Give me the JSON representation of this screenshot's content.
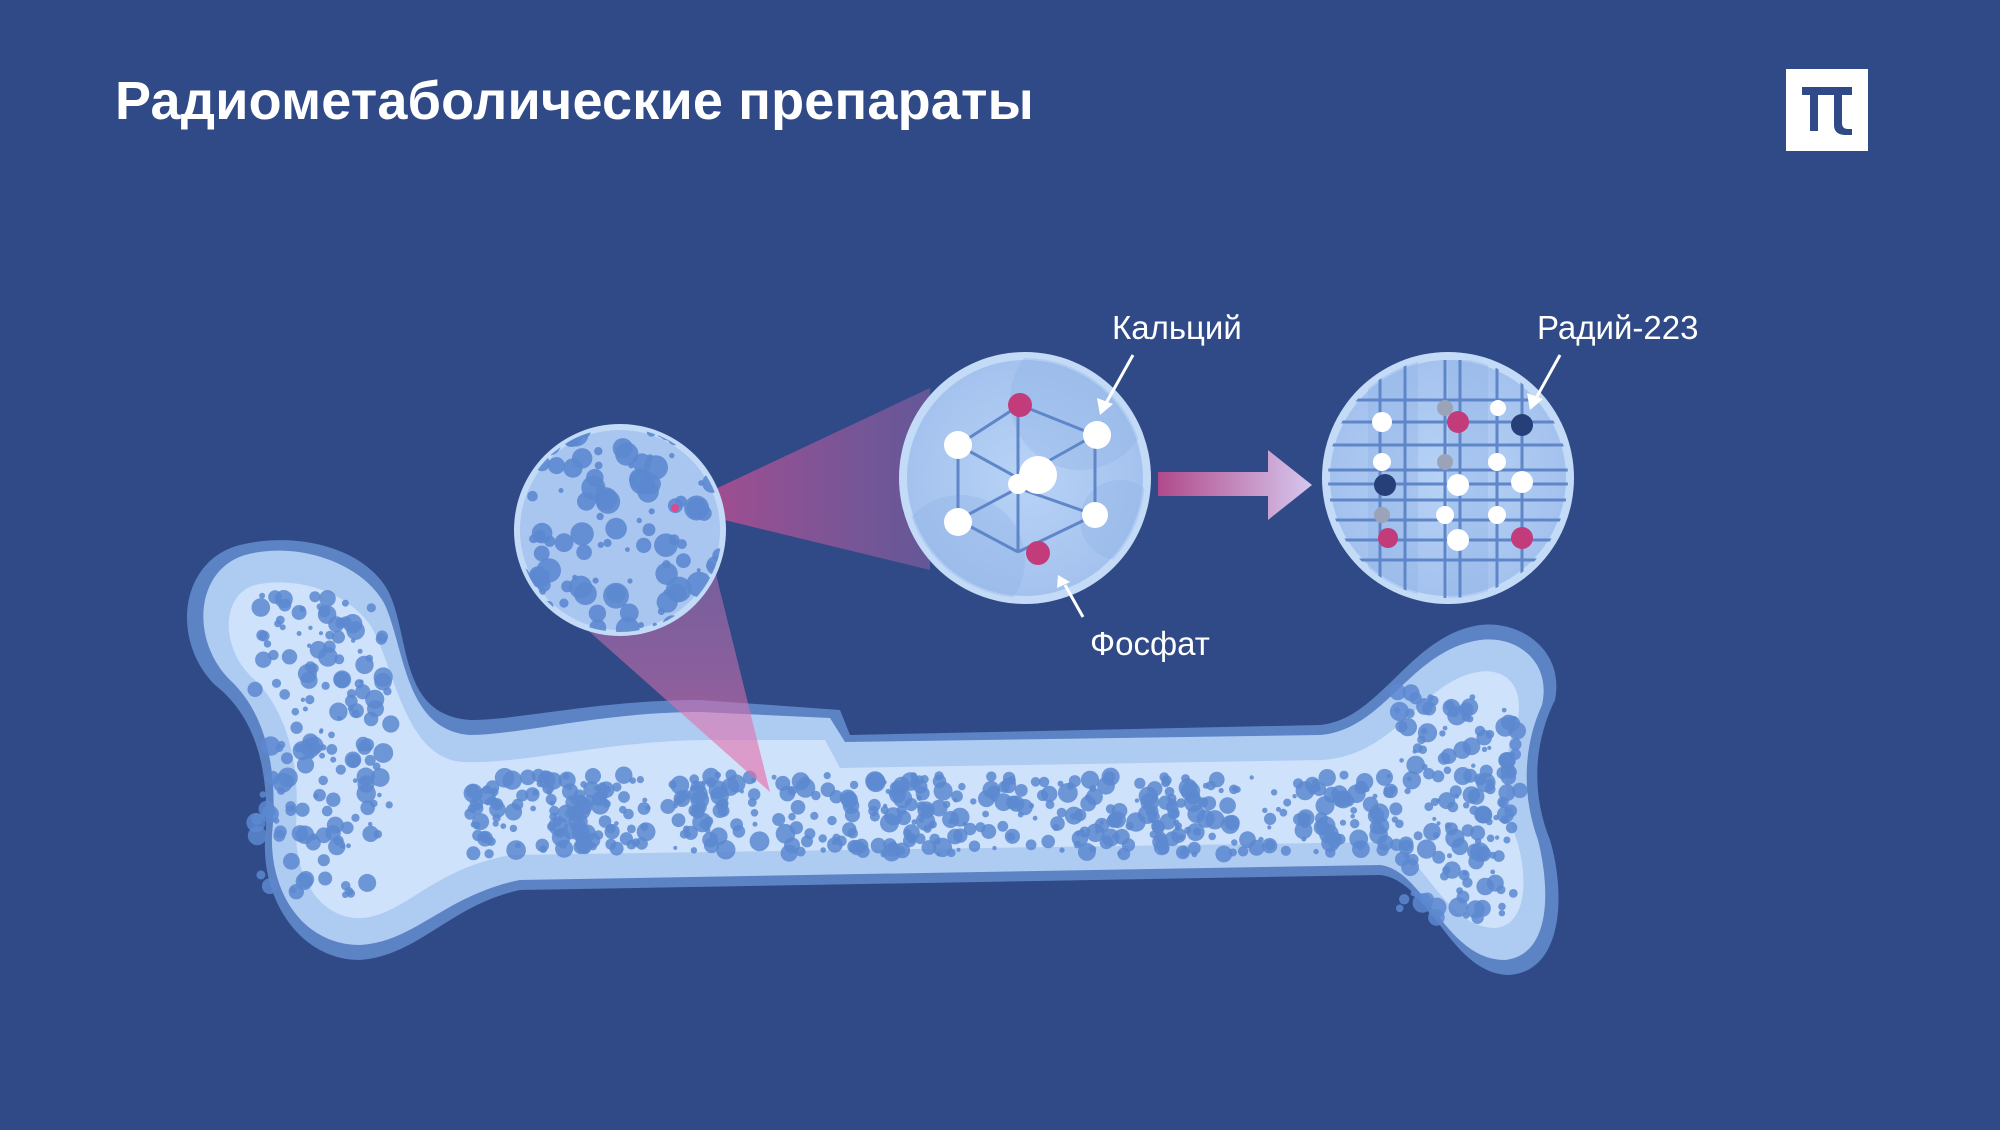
{
  "title": "Радиометаболические препараты",
  "logo": {
    "glyph": "π",
    "icon": "pi-logo-icon"
  },
  "labels": {
    "calcium": "Кальций",
    "phosphate": "Фосфат",
    "radium": "Радий-223"
  },
  "colors": {
    "background": "#2f4a86",
    "bone_outer": "#a9c8f0",
    "bone_inner": "#cfe3fb",
    "pore": "#5c88d0",
    "calcium_atom": "#ffffff",
    "phosphate_atom": "#c23c7c",
    "radium_atom": "#263f78",
    "beam": "#c55892"
  }
}
